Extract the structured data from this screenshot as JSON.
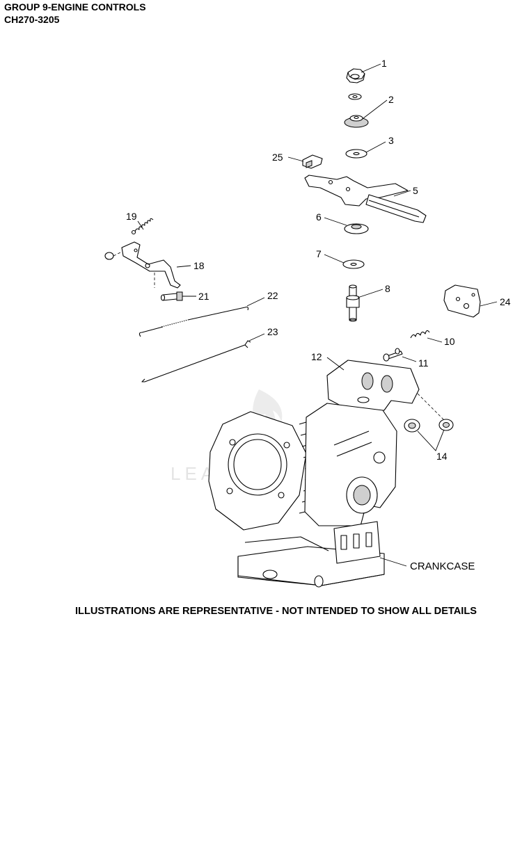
{
  "header": {
    "title": "GROUP 9-ENGINE CONTROLS",
    "code": "CH270-3205"
  },
  "callouts": {
    "c1": "1",
    "c2": "2",
    "c3": "3",
    "c5": "5",
    "c6": "6",
    "c7": "7",
    "c8": "8",
    "c10": "10",
    "c11": "11",
    "c12": "12",
    "c14": "14",
    "c18": "18",
    "c19": "19",
    "c21": "21",
    "c22": "22",
    "c23": "23",
    "c24": "24",
    "c25": "25"
  },
  "crankcase_label": "CRANKCASE",
  "watermark": "LEADVENT",
  "footer_note": "ILLUSTRATIONS ARE REPRESENTATIVE - NOT INTENDED TO SHOW ALL DETAILS"
}
